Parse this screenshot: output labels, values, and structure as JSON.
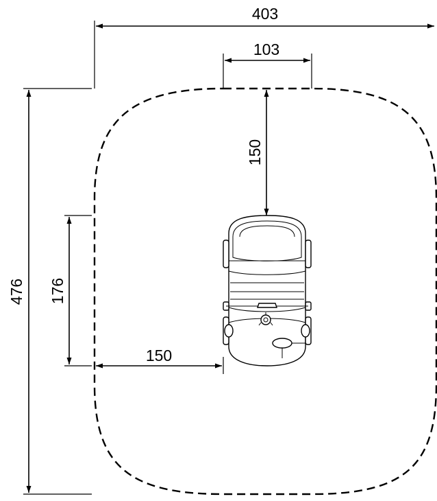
{
  "drawing": {
    "overall_width": "403",
    "overall_depth": "476",
    "top_gap_width": "103",
    "clearance_front": "150",
    "clearance_side": "150",
    "equipment_depth": "176"
  },
  "colors": {
    "line": "#000000",
    "background": "#ffffff"
  }
}
